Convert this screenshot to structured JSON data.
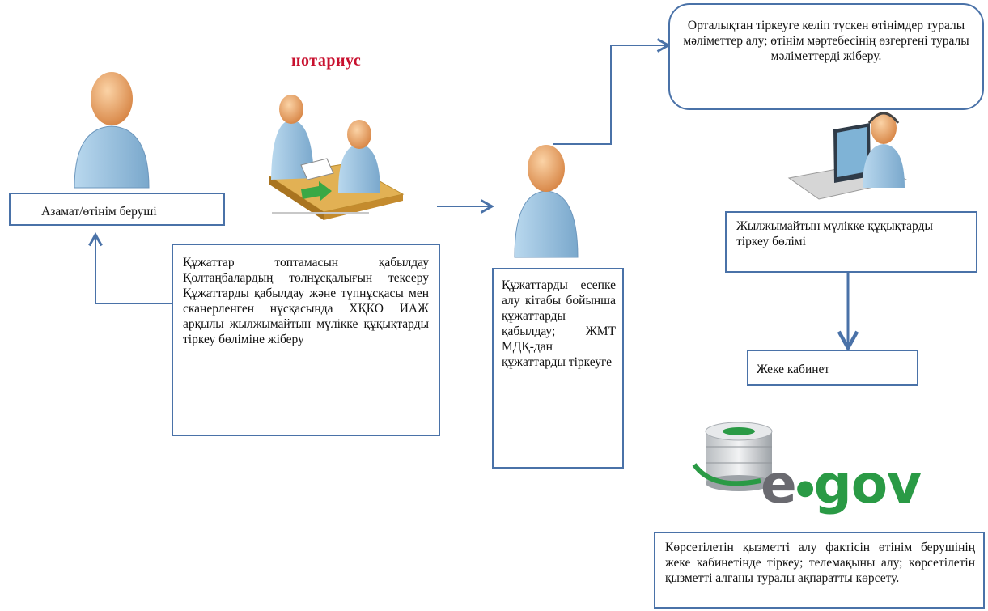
{
  "notary_title": "нотариус",
  "applicant_label": "Азамат/өтінім беруші",
  "notary_steps": "Құжаттар топтамасын қабылдау Қолтаңбалардың төлнұсқалығын тексеру Құжаттарды қабылдау және түпнұсқасы мен сканерленген нұсқасында ХҚКО ИАЖ арқылы жылжымайтын мүлікке құқықтарды тіркеу бөліміне жіберу",
  "center_steps": "Құжаттарды есепке алу кітабы бойынша құжаттарды қабылдау; ЖМТ МДҚ-дан құжаттарды тіркеуге",
  "center_info": "Орталықтан тіркеуге келіп түскен өтінімдер туралы мәліметтер алу; өтінім мәртебесінің өзгергені туралы мәліметтерді жіберу.",
  "registration_dept": "Жылжымайтын мүлікке құқықтарды тіркеу бөлімі",
  "personal_cabinet": "Жеке кабинет",
  "egov_logo": "egov",
  "final_steps": "Көрсетілетін қызметті алу фактісін өтінім берушінің жеке кабинетінде тіркеу; телемақыны алу; көрсетілетін қызметті алғаны туралы ақпаратты көрсету.",
  "colors": {
    "arrow": "#4a72a8",
    "border": "#4a72a8",
    "title": "#c8102e",
    "egov_green": "#2a9a45",
    "person_body": "#9cc4e0",
    "person_head": "#e8a76c"
  }
}
